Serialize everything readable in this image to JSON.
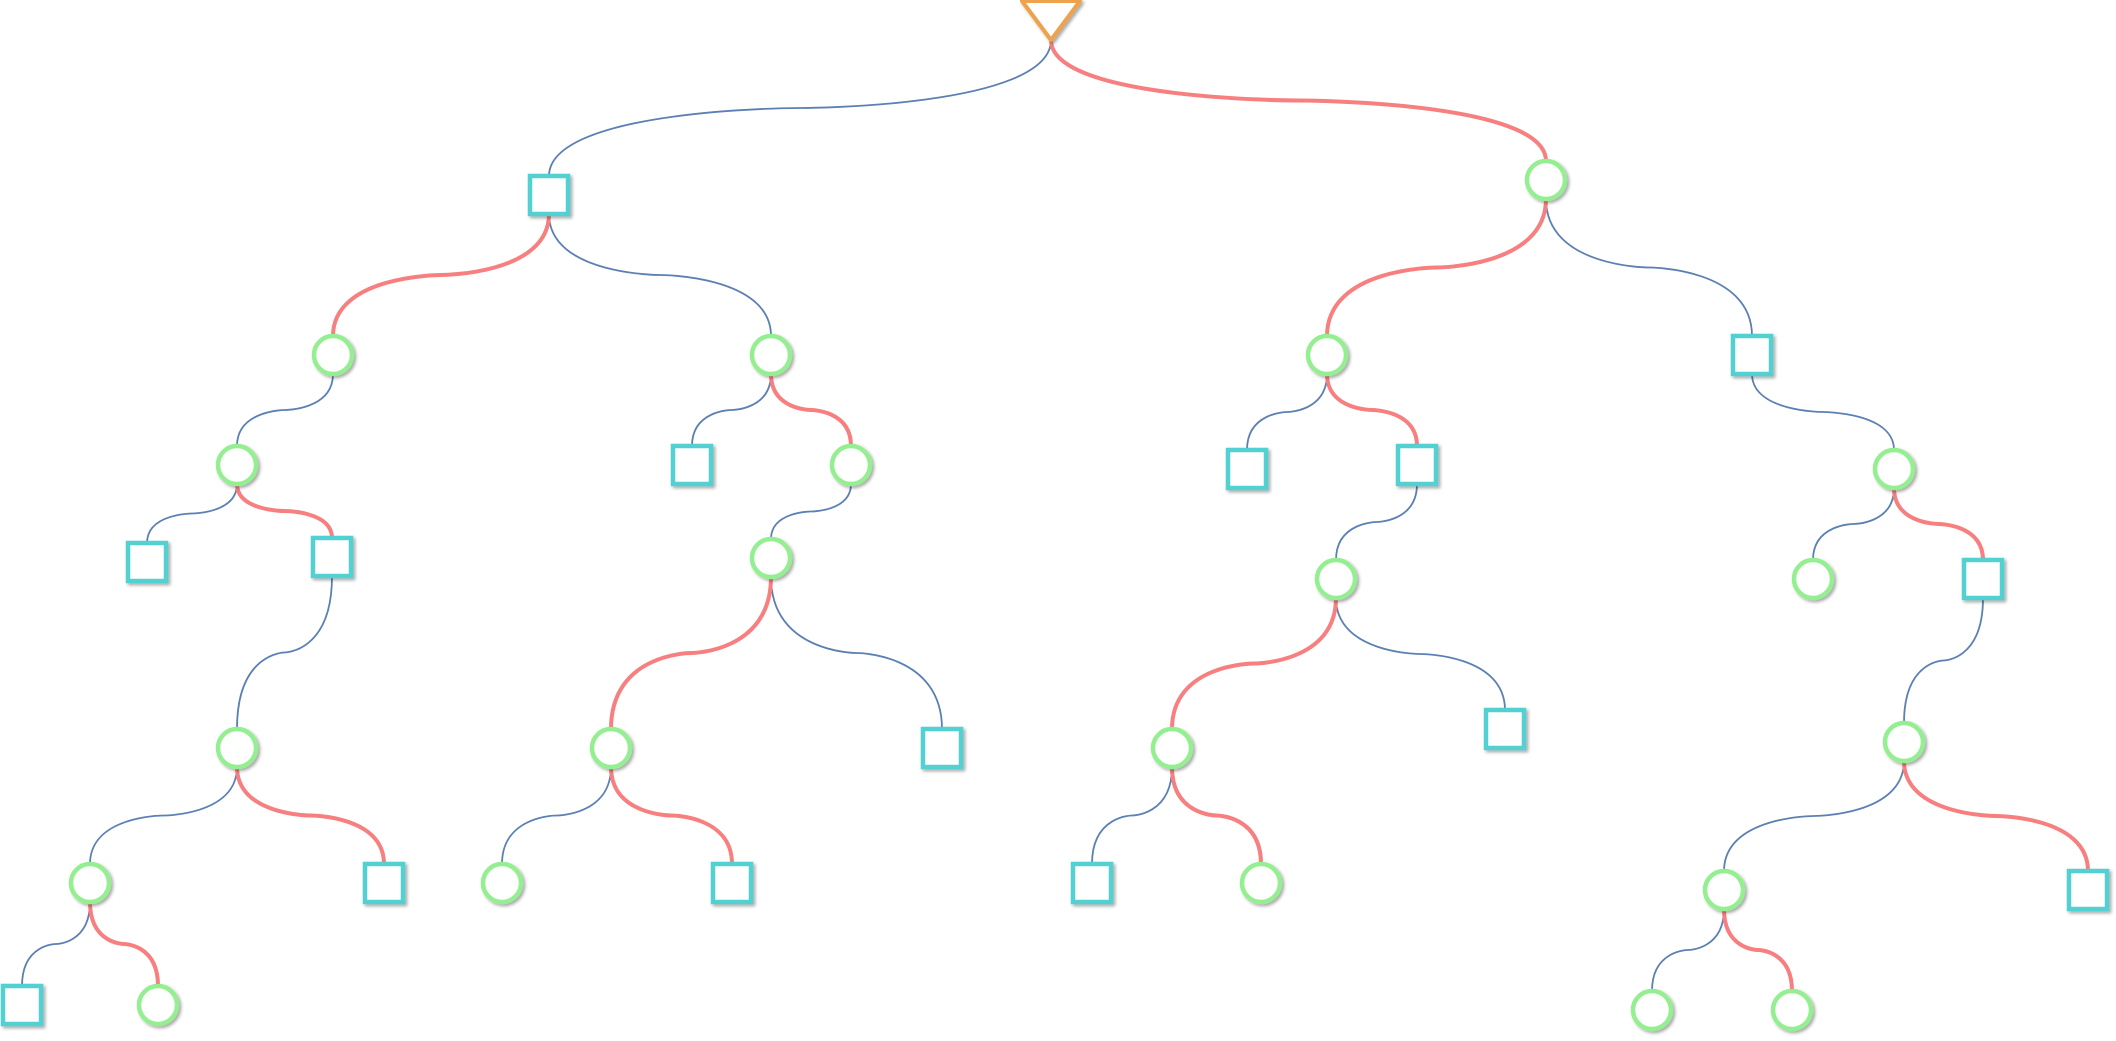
{
  "diagram": {
    "type": "tree",
    "colors": {
      "edge_default": "#5b80b4",
      "edge_highlight": "#f77f7f",
      "root_stroke": "#eea24c",
      "root_fill": "#ffffff",
      "circle_stroke": "#93ef8f",
      "square_stroke": "#53d1d2",
      "node_shadow": "#c8c8c8"
    },
    "nodes": [
      {
        "id": "n0",
        "shape": "triangle",
        "parent": null
      },
      {
        "id": "n1",
        "shape": "square",
        "parent": "n0",
        "edge": "default"
      },
      {
        "id": "n2",
        "shape": "circle",
        "parent": "n0",
        "edge": "highlight"
      },
      {
        "id": "n3",
        "shape": "circle",
        "parent": "n1",
        "edge": "highlight"
      },
      {
        "id": "n4",
        "shape": "circle",
        "parent": "n1",
        "edge": "default"
      },
      {
        "id": "n5",
        "shape": "circle",
        "parent": "n3",
        "edge": "default"
      },
      {
        "id": "n6",
        "shape": "square",
        "parent": "n5",
        "edge": "default"
      },
      {
        "id": "n7",
        "shape": "square",
        "parent": "n5",
        "edge": "highlight"
      },
      {
        "id": "n8",
        "shape": "circle",
        "parent": "n7",
        "edge": "default"
      },
      {
        "id": "n9",
        "shape": "circle",
        "parent": "n8",
        "edge": "default"
      },
      {
        "id": "n10",
        "shape": "square",
        "parent": "n8",
        "edge": "highlight"
      },
      {
        "id": "n11",
        "shape": "square",
        "parent": "n9",
        "edge": "default"
      },
      {
        "id": "n12",
        "shape": "circle",
        "parent": "n9",
        "edge": "highlight"
      },
      {
        "id": "n13",
        "shape": "square",
        "parent": "n4",
        "edge": "default"
      },
      {
        "id": "n14",
        "shape": "circle",
        "parent": "n4",
        "edge": "highlight"
      },
      {
        "id": "n15",
        "shape": "circle",
        "parent": "n14",
        "edge": "default"
      },
      {
        "id": "n16",
        "shape": "circle",
        "parent": "n15",
        "edge": "highlight"
      },
      {
        "id": "n17",
        "shape": "square",
        "parent": "n15",
        "edge": "default"
      },
      {
        "id": "n18",
        "shape": "circle",
        "parent": "n16",
        "edge": "default"
      },
      {
        "id": "n19",
        "shape": "square",
        "parent": "n16",
        "edge": "highlight"
      },
      {
        "id": "n20",
        "shape": "circle",
        "parent": "n2",
        "edge": "highlight"
      },
      {
        "id": "n21",
        "shape": "square",
        "parent": "n2",
        "edge": "default"
      },
      {
        "id": "n22",
        "shape": "square",
        "parent": "n20",
        "edge": "default"
      },
      {
        "id": "n23",
        "shape": "square",
        "parent": "n20",
        "edge": "highlight"
      },
      {
        "id": "n24",
        "shape": "circle",
        "parent": "n23",
        "edge": "default"
      },
      {
        "id": "n25",
        "shape": "circle",
        "parent": "n24",
        "edge": "highlight"
      },
      {
        "id": "n26",
        "shape": "square",
        "parent": "n24",
        "edge": "default"
      },
      {
        "id": "n27",
        "shape": "square",
        "parent": "n25",
        "edge": "default"
      },
      {
        "id": "n28",
        "shape": "circle",
        "parent": "n25",
        "edge": "highlight"
      },
      {
        "id": "n29",
        "shape": "circle",
        "parent": "n21",
        "edge": "default"
      },
      {
        "id": "n30",
        "shape": "circle",
        "parent": "n29",
        "edge": "default"
      },
      {
        "id": "n31",
        "shape": "square",
        "parent": "n29",
        "edge": "highlight"
      },
      {
        "id": "n32",
        "shape": "circle",
        "parent": "n31",
        "edge": "default"
      },
      {
        "id": "n33",
        "shape": "circle",
        "parent": "n32",
        "edge": "default"
      },
      {
        "id": "n34",
        "shape": "square",
        "parent": "n32",
        "edge": "highlight"
      },
      {
        "id": "n35",
        "shape": "circle",
        "parent": "n33",
        "edge": "default"
      },
      {
        "id": "n36",
        "shape": "circle",
        "parent": "n33",
        "edge": "highlight"
      }
    ]
  }
}
